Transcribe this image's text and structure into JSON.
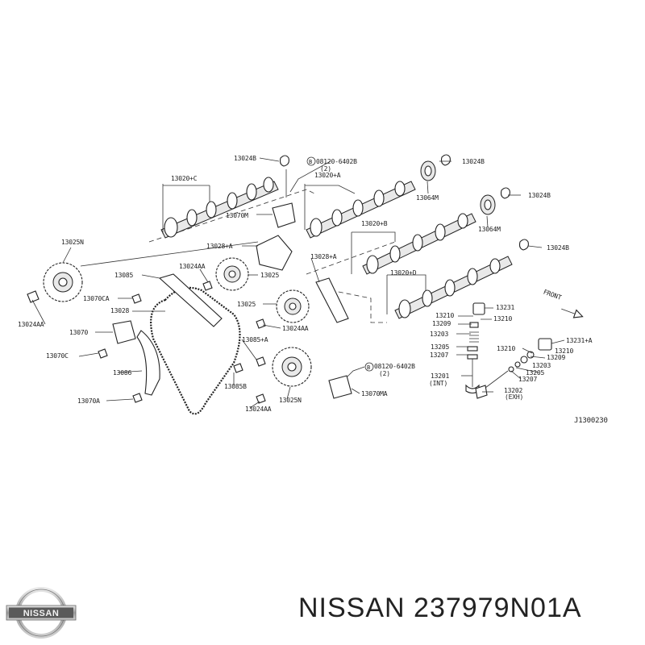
{
  "labels": {
    "l13024B_1": "13024B",
    "l08120_1": "08120-6402B",
    "l08120_1q": "(2)",
    "l13020C": "13020+C",
    "l13020A": "13020+A",
    "l13024B_2": "13024B",
    "l13064M_1": "13064M",
    "l13024B_3": "13024B",
    "l13070M": "13070M",
    "l13064M_2": "13064M",
    "l13020B": "13020+B",
    "l13025N_1": "13025N",
    "l13028A_1": "13028+A",
    "l13024B_4": "13024B",
    "l13028A_2": "13028+A",
    "l13024AA_1": "13024AA",
    "l13020D": "13020+D",
    "l13085": "13085",
    "l13025_1": "13025",
    "l13070CA": "13070CA",
    "l13024AA_2": "13024AA",
    "l13028": "13028",
    "l13025_2": "13025",
    "l13231": "13231",
    "l13210_1": "13210",
    "l13210_2": "13210",
    "l13209_1": "13209",
    "l13024AA_3": "13024AA",
    "l13203_1": "13203",
    "l13070": "13070",
    "l13085A": "13085+A",
    "l13231A": "13231+A",
    "l13205_1": "13205",
    "l13210_3": "13210",
    "l13210_4": "13210",
    "l13070C": "13070C",
    "l13207_1": "13207",
    "l13209_2": "13209",
    "l13203_2": "13203",
    "l08120_2": "08120-6402B",
    "l08120_2q": "(2)",
    "l13086": "13086",
    "l13201": "13201",
    "l13201s": "(INT)",
    "l13205_2": "13205",
    "l13207_2": "13207",
    "l13085B": "13085B",
    "l13202": "13202",
    "l13202s": "(EXH)",
    "l13070MA": "13070MA",
    "l13070A": "13070A",
    "l13025N_2": "13025N",
    "l13024AA_4": "13024AA",
    "front": "FRONT",
    "code": "J1300230"
  },
  "logo": {
    "text": "NISSAN"
  },
  "footer": {
    "text": "NISSAN 237979N01A"
  },
  "colors": {
    "ink": "#222222",
    "background": "#ffffff"
  }
}
